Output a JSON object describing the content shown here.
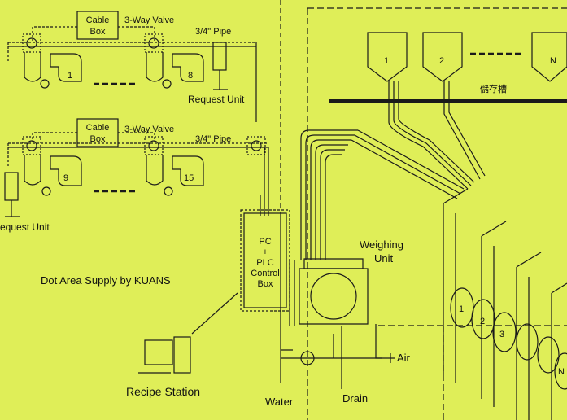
{
  "colors": {
    "background": "#dfee58",
    "ink": "#1a1a1a"
  },
  "labels": {
    "cable_box_top": [
      "Cable",
      "Box"
    ],
    "cable_box_mid": [
      "Cable",
      "Box"
    ],
    "valve_top": "3-Way Valve",
    "valve_mid": "3-Way Valve",
    "pipe_top": "3/4\" Pipe",
    "pipe_mid": "3/4\" Pipe",
    "request_unit_top": "Request Unit",
    "request_unit_mid": "equest Unit",
    "machines": [
      "1",
      "8",
      "9",
      "15"
    ],
    "tanks": [
      "1",
      "2",
      "N"
    ],
    "storage_tank": "儲存槽",
    "weighing_unit": [
      "Weighing",
      "Unit"
    ],
    "control_box": [
      "PC",
      "+",
      "PLC",
      "Control",
      "Box"
    ],
    "dot_area": "Dot Area Supply by KUANS",
    "recipe_station": "Recipe Station",
    "water": "Water",
    "drain": "Drain",
    "air": "Air",
    "drums": [
      "1",
      "2",
      "3",
      "N"
    ]
  }
}
